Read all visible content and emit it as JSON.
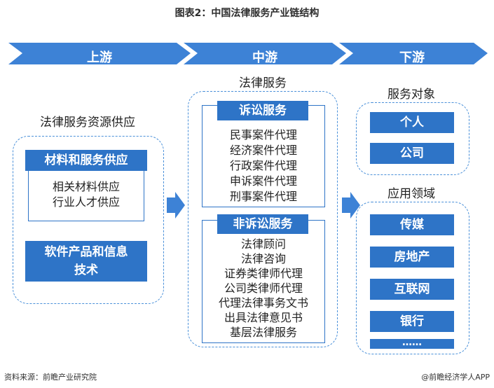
{
  "title": "图表2：中国法律服务产业链结构",
  "stages": [
    {
      "label": "上游"
    },
    {
      "label": "中游"
    },
    {
      "label": "下游"
    }
  ],
  "upstream": {
    "heading": "法律服务资源供应",
    "materials": {
      "header": "材料和服务供应",
      "items": [
        "相关材料供应",
        "行业人才供应"
      ]
    },
    "software": {
      "line1": "软件产品和信息",
      "line2": "技术"
    }
  },
  "midstream": {
    "heading": "法律服务",
    "litigation": {
      "header": "诉讼服务",
      "items": [
        "民事案件代理",
        "经济案件代理",
        "行政案件代理",
        "申诉案件代理",
        "刑事案件代理"
      ]
    },
    "non_litigation": {
      "header": "非诉讼服务",
      "items": [
        "法律顾问",
        "法律咨询",
        "证券类律师代理",
        "公司类律师代理",
        "代理法律事务文书",
        "出具法律意见书",
        "基层法律服务"
      ]
    }
  },
  "downstream": {
    "service_heading": "服务对象",
    "service_items": [
      "个人",
      "公司"
    ],
    "app_heading": "应用领域",
    "app_items": [
      "传媒",
      "房地产",
      "互联网",
      "银行"
    ],
    "app_more": "……"
  },
  "footer": {
    "source": "资料来源：前瞻产业研究院",
    "brand": "@前瞻经济学人APP"
  },
  "colors": {
    "primary_blue": "#2e74c7",
    "banner_blue": "#3d82d6",
    "dash_blue": "#4a90d9"
  }
}
